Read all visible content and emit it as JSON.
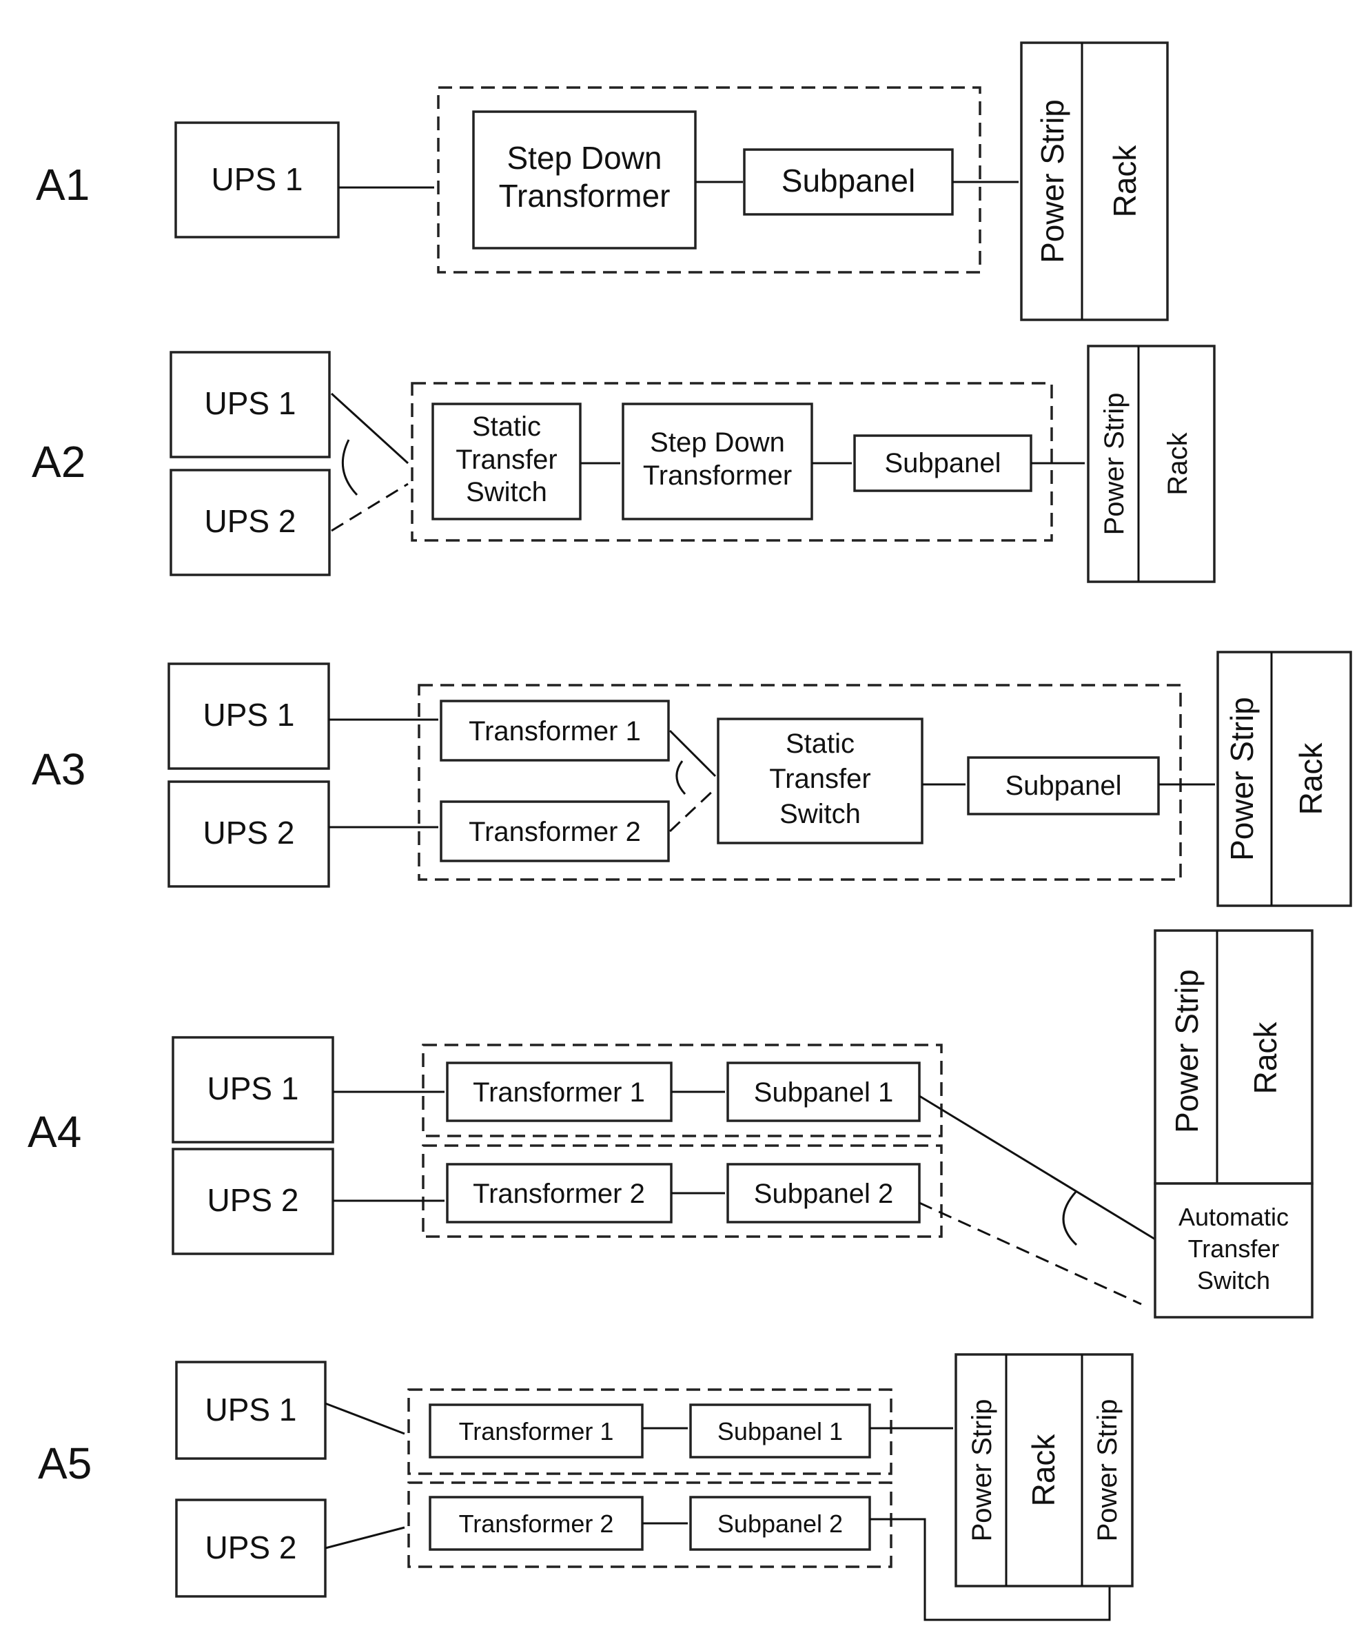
{
  "rows": {
    "a1": {
      "label": "A1",
      "ups1": "UPS 1",
      "transformer": [
        "Step Down",
        "Transformer"
      ],
      "subpanel": "Subpanel",
      "power_strip": "Power Strip",
      "rack": "Rack"
    },
    "a2": {
      "label": "A2",
      "ups1": "UPS 1",
      "ups2": "UPS 2",
      "sts": [
        "Static",
        "Transfer",
        "Switch"
      ],
      "transformer": [
        "Step Down",
        "Transformer"
      ],
      "subpanel": "Subpanel",
      "power_strip": "Power Strip",
      "rack": "Rack"
    },
    "a3": {
      "label": "A3",
      "ups1": "UPS 1",
      "ups2": "UPS 2",
      "transformer1": "Transformer 1",
      "transformer2": "Transformer 2",
      "sts": [
        "Static",
        "Transfer",
        "Switch"
      ],
      "subpanel": "Subpanel",
      "power_strip": "Power Strip",
      "rack": "Rack"
    },
    "a4": {
      "label": "A4",
      "ups1": "UPS 1",
      "ups2": "UPS 2",
      "transformer1": "Transformer 1",
      "transformer2": "Transformer 2",
      "subpanel1": "Subpanel 1",
      "subpanel2": "Subpanel 2",
      "power_strip": "Power Strip",
      "rack": "Rack",
      "ats": [
        "Automatic",
        "Transfer",
        "Switch"
      ]
    },
    "a5": {
      "label": "A5",
      "ups1": "UPS 1",
      "ups2": "UPS 2",
      "transformer1": "Transformer 1",
      "transformer2": "Transformer 2",
      "subpanel1": "Subpanel 1",
      "subpanel2": "Subpanel 2",
      "power_strip_left": "Power Strip",
      "rack": "Rack",
      "power_strip_right": "Power Strip"
    }
  }
}
